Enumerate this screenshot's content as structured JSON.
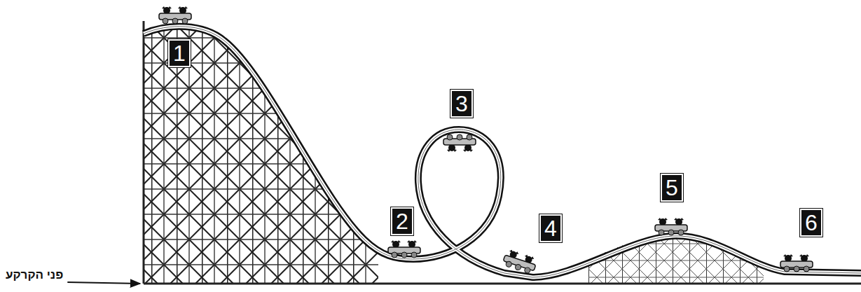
{
  "diagram": {
    "labels": [
      "1",
      "2",
      "3",
      "4",
      "5",
      "6",
      "פני הקרקע"
    ]
  }
}
